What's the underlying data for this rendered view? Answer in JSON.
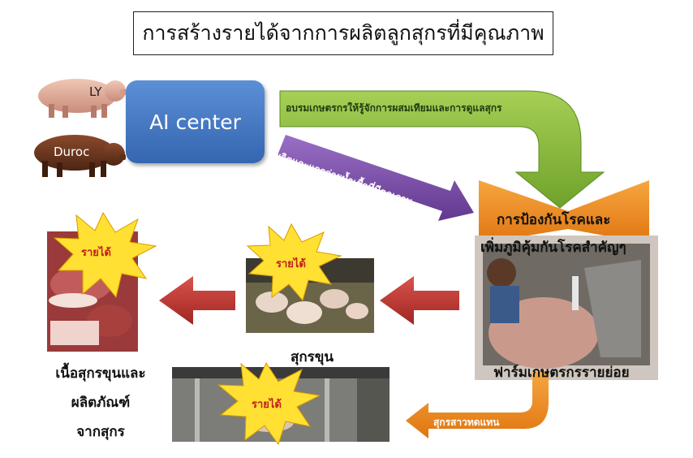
{
  "title": "การสร้างรายได้จากการผลิตลูกสุกรที่มีคุณภาพ",
  "breeds": {
    "ly": "LY",
    "duroc": "Duroc"
  },
  "ai_center": "AI center",
  "arrows": {
    "train": "อบรมเกษตรกรให้รู้จักการผสมเทียมและการดูแลสุกร",
    "distribute": "ผลิตและแจกจ่ายน้ำเชื้อที่มีคุณภาพ",
    "replacement": "สุกรสาวทดแทน"
  },
  "prevention": {
    "line1": "การป้องกันโรคและ",
    "line2": "เพิ่มภูมิคุ้มกันโรคสำคัญๆ"
  },
  "farm_label": "ฟาร์มเกษตรกรรายย่อย",
  "income_label": "รายได้",
  "fattening_label": "สุกรขุน",
  "products_label": {
    "line1": "เนื้อสุกรขุนและ",
    "line2": "ผลิตภัณฑ์",
    "line3": "จากสุกร"
  },
  "colors": {
    "green_arrow": "#86b83a",
    "purple_arrow": "#7a4fa6",
    "orange_arrow": "#f08a1e",
    "red_arrow": "#c0342f",
    "ai_blue": "#3f73c0",
    "burst": "#ffe033"
  }
}
